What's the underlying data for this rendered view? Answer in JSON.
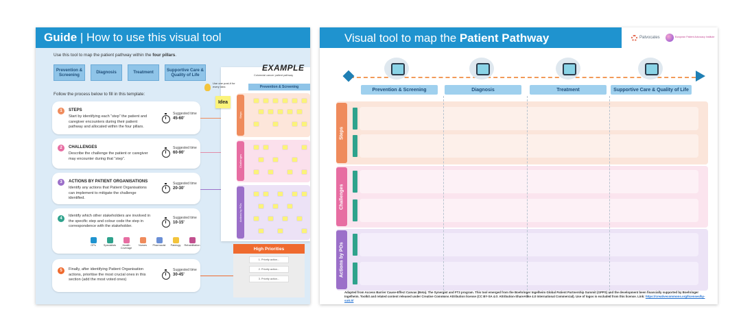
{
  "guide": {
    "title_bold": "Guide",
    "title_rest": " | How to use this visual tool",
    "intro_prefix": "Use this tool to map the patient pathway within the ",
    "intro_bold": "four pillars",
    "intro_suffix": ".",
    "pillars": [
      "Prevention & Screening",
      "Diagnosis",
      "Treatment",
      "Supportive Care & Quality of Life"
    ],
    "follow_text": "Follow the process below to fill in this template:",
    "steps": [
      {
        "num": "1",
        "title": "STEPS",
        "text": "Start by identifying each “step” the patient and caregiver encounters during their patient pathway and allocated within the four pillars.",
        "time_label": "Suggested time",
        "time": "45-60'"
      },
      {
        "num": "2",
        "title": "CHALLENGES",
        "text": "Describe the challenge the patient or caregiver may encounter during that “step”.",
        "time_label": "Suggested time",
        "time": "60-90'"
      },
      {
        "num": "3",
        "title": "ACTIONS BY PATIENT ORGANISATIONS",
        "text": "Identify any actions that Patient Organisations can implement to mitigate the challenge identified.",
        "time_label": "Suggested time",
        "time": "20-30'"
      },
      {
        "num": "4",
        "title": "",
        "text": "Identify which other stakeholders are involved in the specific step and colour code the step in correspondence with the stakeholder.",
        "time_label": "Suggested time",
        "time": "10-15'"
      },
      {
        "num": "5",
        "title": "",
        "text": "Finally, after identifying Patient Organisation actions, prioritise the most crucial ones in this section (add the most voted ones)",
        "time_label": "Suggested time",
        "time": "30-45'"
      }
    ],
    "stakeholders": [
      "GPs",
      "Specialists",
      "Health Coverage",
      "Nurses",
      "Pharmacist",
      "Patology",
      "Rehabilitation"
    ],
    "example": {
      "label": "EXAMPLE",
      "subtitle": "Colorectal cancer patient pathway",
      "column": "Prevention & Screening",
      "idea_hint": "Use one post-it for every idea",
      "idea_note": "Idea",
      "rows": [
        "Steps",
        "Challenges",
        "Actions by POs"
      ],
      "high_priorities": "High Priorities",
      "priority_items": [
        "1. Priority action...",
        "2. Priority action...",
        "3. Priority action..."
      ]
    }
  },
  "template": {
    "title_prefix": "Visual tool to map the ",
    "title_bold": "Patient Pathway",
    "logo1": "Patvocates",
    "logo2": "European Patient Advocacy Institute",
    "columns": [
      "Prevention & Screening",
      "Diagnosis",
      "Treatment",
      "Supportive Care & Quality of Life"
    ],
    "sections": [
      "Steps",
      "Challenges",
      "Actions by POs"
    ],
    "footer": "Adapted from Access Barrier Cause-Effect Canvas (Beta). The Synergist and FT3 program. This tool emerged from the Boehringer Ingelheim Global Patient Partnership Summit (GPPS) and the development been financially supported by Boehringer Ingelheim. Toolkit and related content released under Creative Commons Attribution license (CC BY-SA 4.0: Attribution-ShareAlike 4.0 International Commercial). Use of logos is excluded from this license. Link: ",
    "footer_link": "https://creativecommons.org/licenses/by-sa/4.0/"
  },
  "colors": {
    "header_blue": "#1f93cf",
    "steps": "#ef8b5c",
    "challenges": "#e76da2",
    "actions": "#9b6fc9",
    "sub_tag": "#2ea28c",
    "priority_orange": "#ef6a2e"
  }
}
